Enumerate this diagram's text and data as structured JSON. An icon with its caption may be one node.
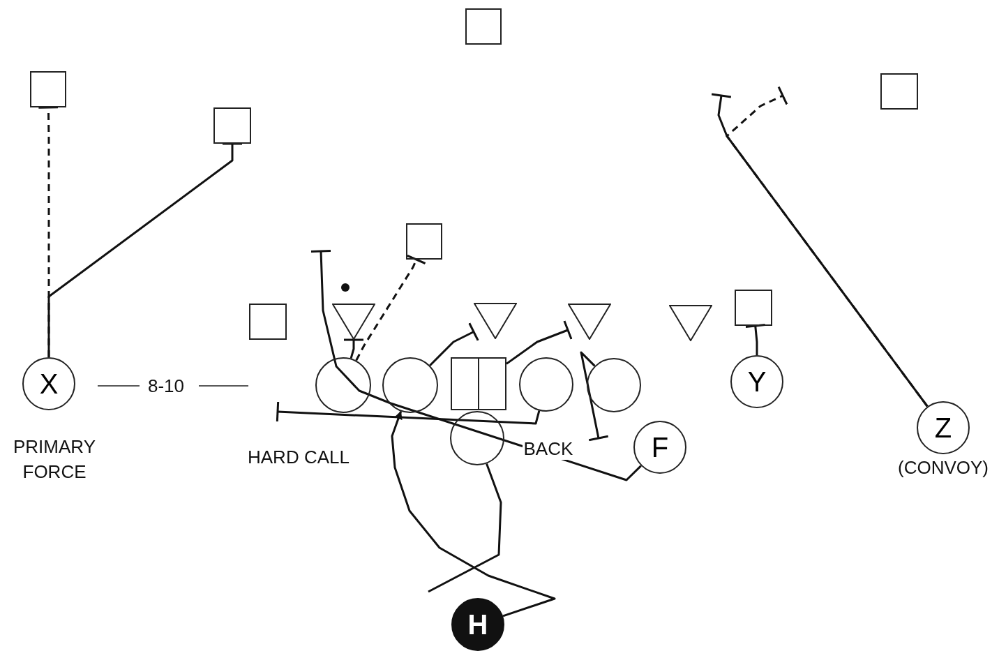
{
  "diagram": {
    "nodes": [
      {
        "text": [],
        "shape": "box"
      },
      {
        "text": [],
        "shape": "box"
      },
      {
        "text": [],
        "shape": "box"
      },
      {
        "text": [],
        "shape": "box"
      },
      {
        "text": [],
        "shape": "box"
      },
      {
        "text": [],
        "shape": "box"
      },
      {
        "text": [],
        "shape": "box"
      },
      {
        "text": [],
        "shape": "triangle"
      },
      {
        "text": [],
        "shape": "triangle"
      },
      {
        "text": [],
        "shape": "triangle"
      },
      {
        "text": [],
        "shape": "triangle"
      },
      {
        "text": [
          "X"
        ],
        "beside": [
          "PRIMARY FORCE"
        ]
      },
      {
        "text": [],
        "shape": "circle"
      },
      {
        "text": [],
        "shape": "circle"
      },
      {
        "text": [],
        "shape": "box"
      },
      {
        "text": [],
        "shape": "circle"
      },
      {
        "text": [],
        "shape": "circle"
      },
      {
        "text": [
          "Y"
        ]
      },
      {
        "text": [
          "Z"
        ],
        "beside": [
          "(CONVOY)"
        ]
      },
      {
        "text": [],
        "shape": "circle"
      },
      {
        "text": [
          "F"
        ]
      },
      {
        "text": [
          "H"
        ]
      }
    ],
    "edges": [
      {
        "from": 11,
        "to": 2,
        "arrow": "other"
      },
      {
        "from": 11,
        "to": 1,
        "arrow": "other",
        "style": "dashed"
      },
      {
        "from": 12,
        "to": 7,
        "arrow": "other"
      },
      {
        "from": 12,
        "to": 4,
        "arrow": "other",
        "style": "dashed"
      },
      {
        "from": 13,
        "to": 8,
        "arrow": "other"
      },
      {
        "from": 14,
        "to": 9,
        "arrow": "other"
      },
      {
        "from": 15,
        "to": null,
        "arrow": "other"
      },
      {
        "from": 16,
        "to": null,
        "arrow": "other"
      },
      {
        "from": 17,
        "to": 6,
        "arrow": "other"
      },
      {
        "from": 18,
        "to": null,
        "arrow": "other"
      },
      {
        "from": 18,
        "to": null,
        "arrow": "other",
        "style": "dashed"
      },
      {
        "from": 20,
        "to": null,
        "arrow": "other"
      },
      {
        "from": 19,
        "to": null,
        "arrow": "none"
      },
      {
        "from": 21,
        "to": 13,
        "arrow": "to"
      }
    ],
    "labels": [
      "8-10",
      "HARD CALL",
      "BACK"
    ]
  }
}
